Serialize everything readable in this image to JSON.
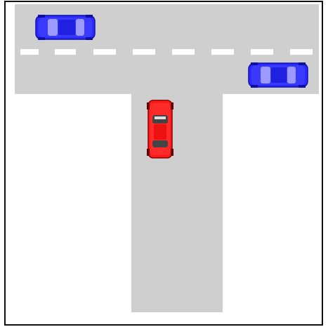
{
  "scene": {
    "description_label": "",
    "colors": {
      "road": "#cfcfcf",
      "lane_marking": "#ffffff",
      "border": "#111111",
      "background": "#ffffff",
      "car_blue": "#2a2aff",
      "car_red": "#ff1a1a"
    },
    "cars": [
      {
        "name": "blue-car-top-left",
        "color": "car_blue",
        "heading": "horizontal"
      },
      {
        "name": "blue-car-right",
        "color": "car_blue",
        "heading": "horizontal"
      },
      {
        "name": "red-car-side-road",
        "color": "car_red",
        "heading": "vertical"
      }
    ],
    "road_type": "T-junction"
  }
}
